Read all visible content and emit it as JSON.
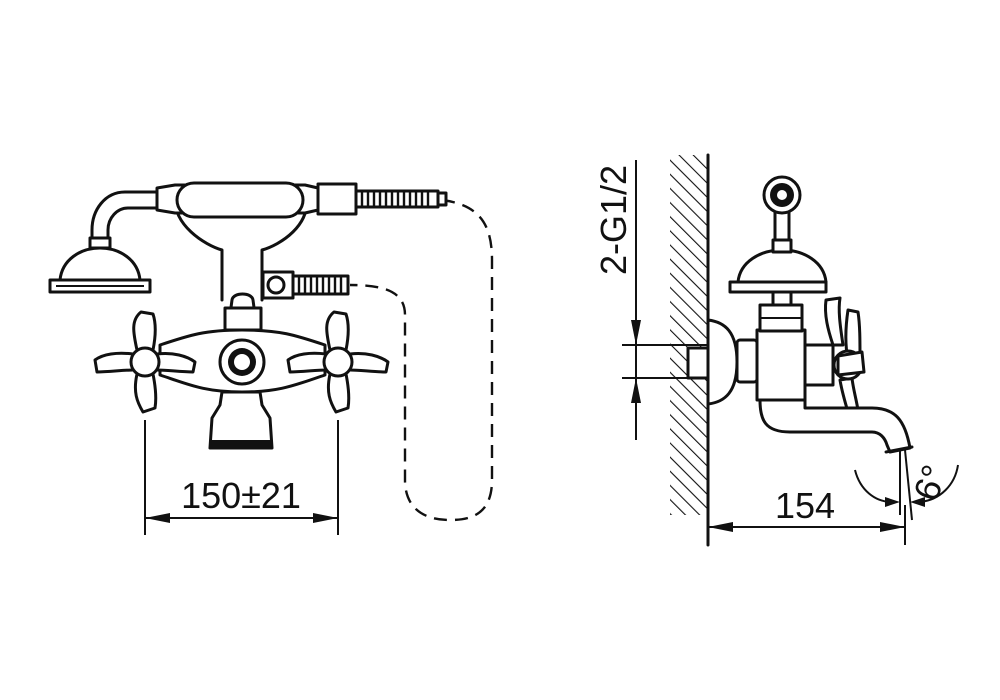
{
  "dimensions": {
    "handle_spacing": "150±21",
    "wall_projection": "154",
    "thread": "2-G1/2",
    "spout_angle": "6°"
  }
}
